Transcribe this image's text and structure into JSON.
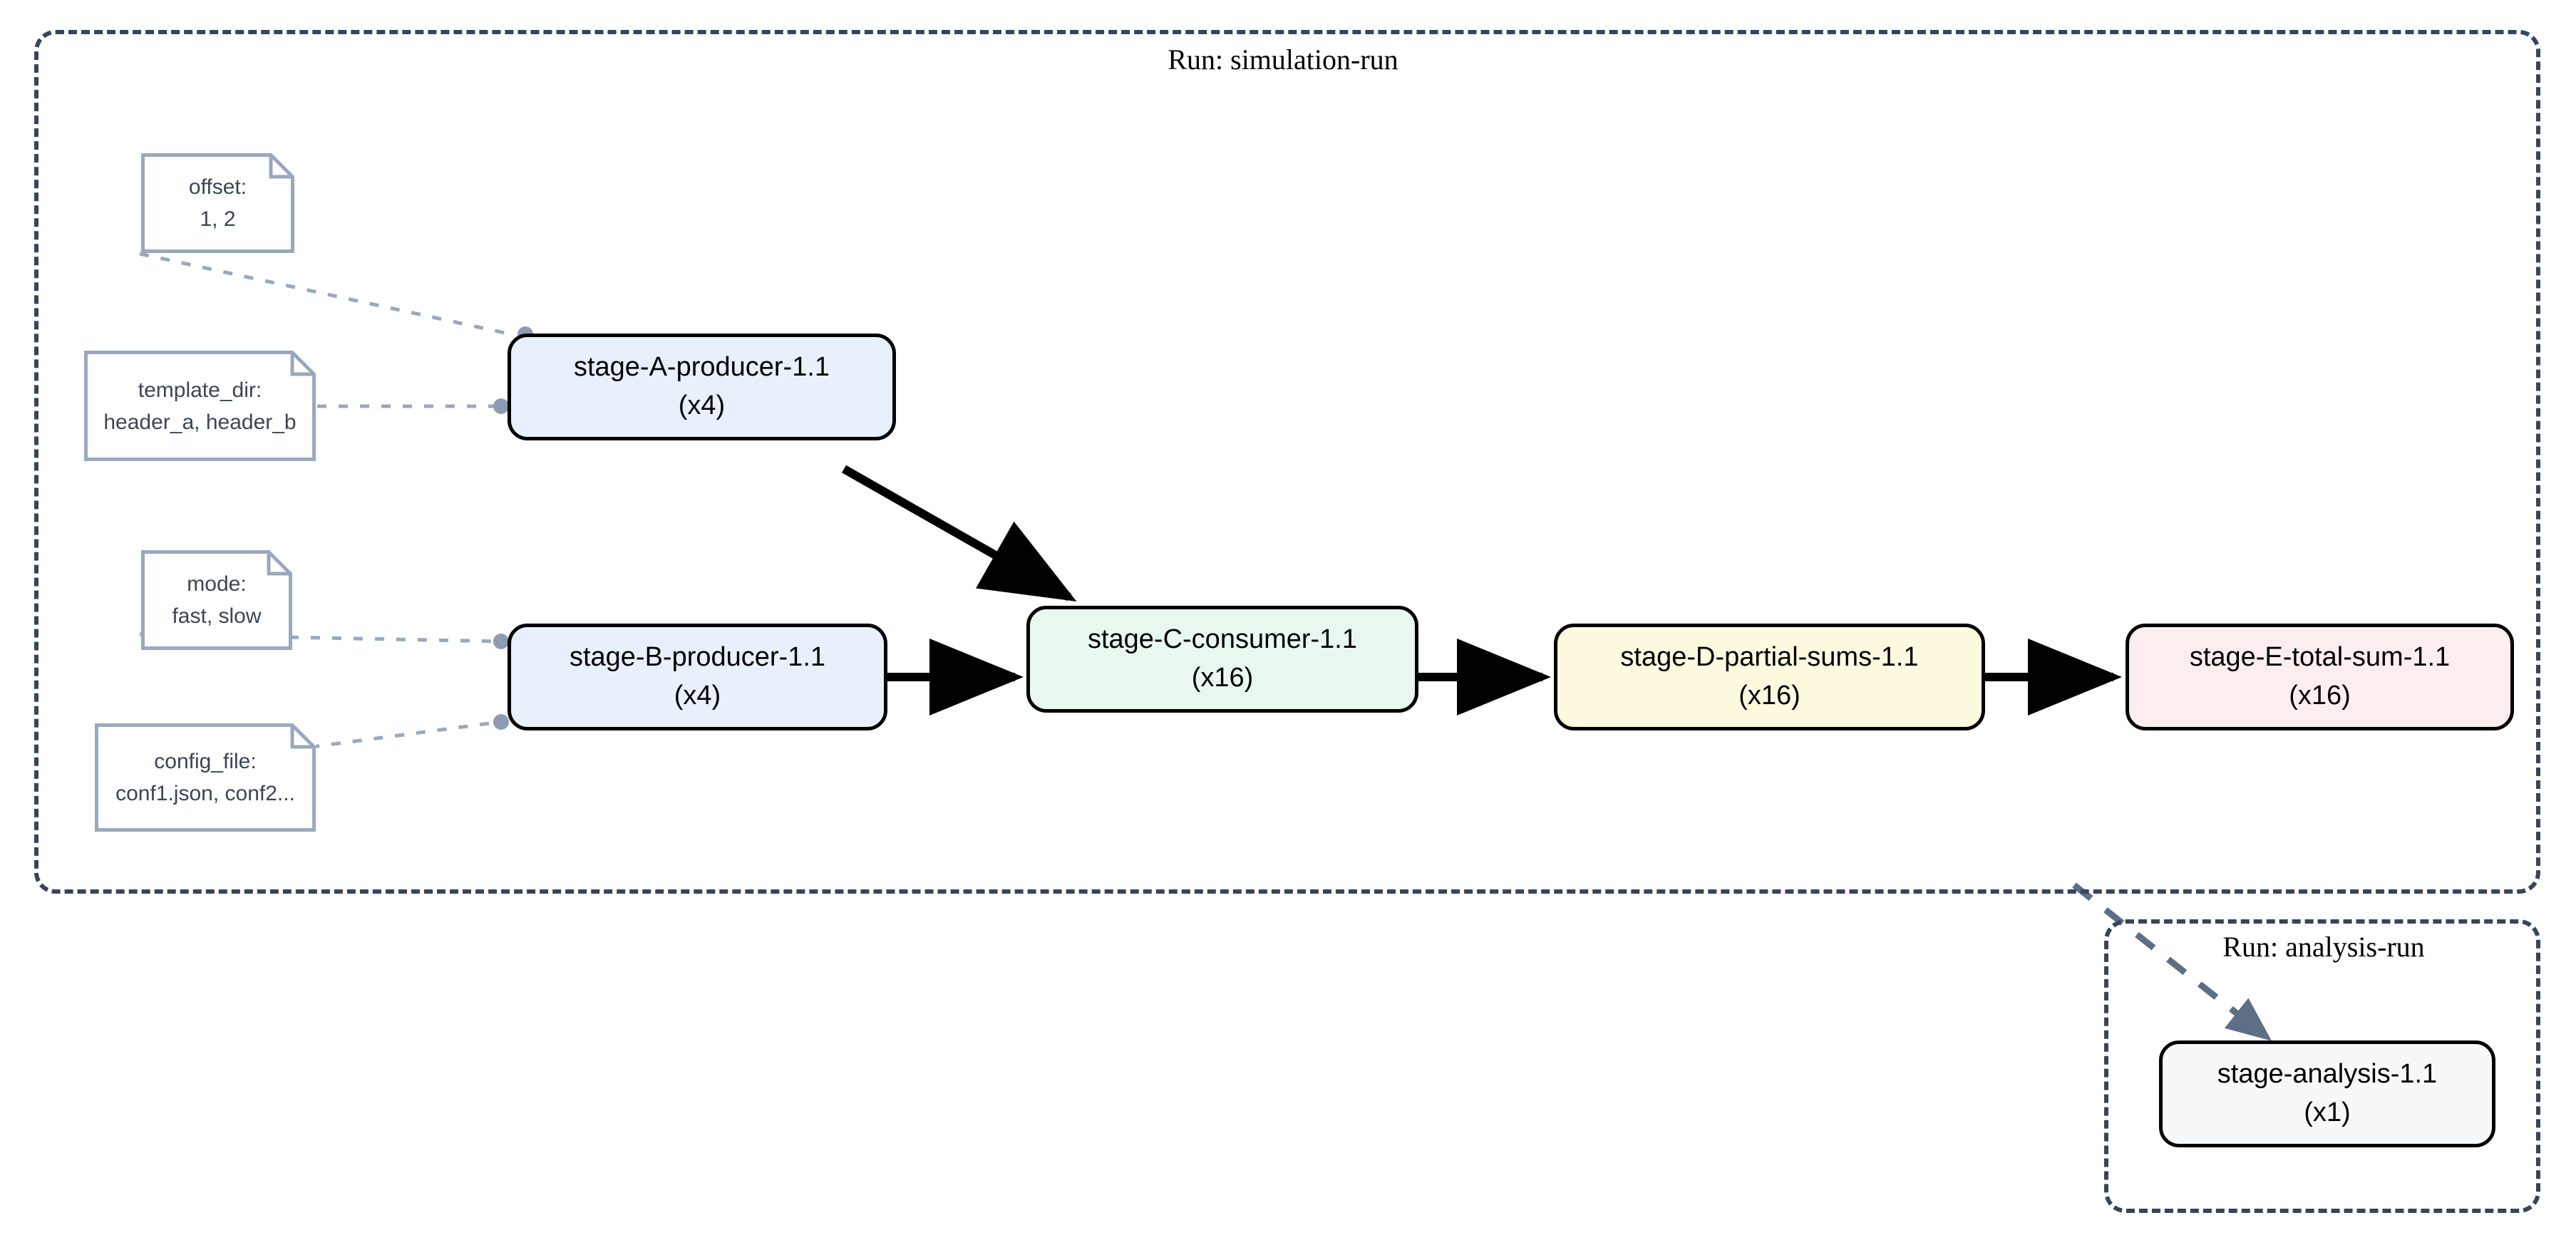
{
  "diagram": {
    "type": "workflow-dag",
    "clusters": [
      {
        "id": "simulation-run",
        "title": "Run: simulation-run",
        "style": "dashed",
        "border_color": "#36455c"
      },
      {
        "id": "analysis-run",
        "title": "Run: analysis-run",
        "style": "dashed",
        "border_color": "#36455c"
      }
    ],
    "nodes": [
      {
        "id": "stage-A",
        "name": "stage-A-producer-1.1",
        "count": "(x4)",
        "fill": "#e8f0fb",
        "cluster": "simulation-run"
      },
      {
        "id": "stage-B",
        "name": "stage-B-producer-1.1",
        "count": "(x4)",
        "fill": "#e8f0fb",
        "cluster": "simulation-run"
      },
      {
        "id": "stage-C",
        "name": "stage-C-consumer-1.1",
        "count": "(x16)",
        "fill": "#e8f8ef",
        "cluster": "simulation-run"
      },
      {
        "id": "stage-D",
        "name": "stage-D-partial-sums-1.1",
        "count": "(x16)",
        "fill": "#fdfae0",
        "cluster": "simulation-run"
      },
      {
        "id": "stage-E",
        "name": "stage-E-total-sum-1.1",
        "count": "(x16)",
        "fill": "#fceeef",
        "cluster": "simulation-run"
      },
      {
        "id": "stage-analysis",
        "name": "stage-analysis-1.1",
        "count": "(x1)",
        "fill": "#f6f8fa",
        "cluster": "analysis-run"
      }
    ],
    "notes": [
      {
        "id": "note-offset",
        "key": "offset:",
        "values": "1, 2",
        "target": "stage-A"
      },
      {
        "id": "note-template-dir",
        "key": "template_dir:",
        "values": "header_a, header_b",
        "target": "stage-A"
      },
      {
        "id": "note-mode",
        "key": "mode:",
        "values": "fast, slow",
        "target": "stage-B"
      },
      {
        "id": "note-config-file",
        "key": "config_file:",
        "values": "conf1.json, conf2...",
        "target": "stage-B"
      }
    ],
    "edges": [
      {
        "from": "stage-A",
        "to": "stage-C",
        "style": "solid",
        "color": "#000000"
      },
      {
        "from": "stage-B",
        "to": "stage-C",
        "style": "solid",
        "color": "#000000"
      },
      {
        "from": "stage-C",
        "to": "stage-D",
        "style": "solid",
        "color": "#000000"
      },
      {
        "from": "stage-D",
        "to": "stage-E",
        "style": "solid",
        "color": "#000000"
      },
      {
        "from": "simulation-run",
        "to": "stage-analysis",
        "style": "dashed",
        "color": "#5d6e85"
      }
    ],
    "colors": {
      "cluster_border": "#36455c",
      "note_border": "#9aa8bd",
      "note_text": "#3a4556",
      "connector_dot": "#8d9cb2",
      "cross_run_edge": "#5d6e85",
      "edge": "#000000"
    }
  }
}
